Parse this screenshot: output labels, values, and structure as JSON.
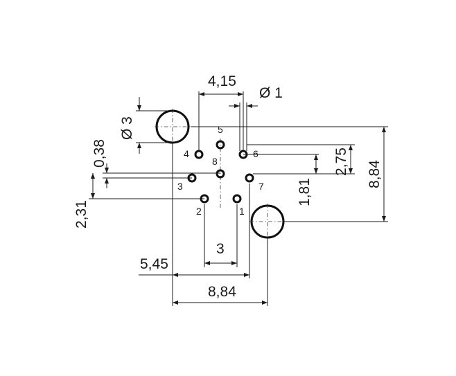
{
  "dimensions": {
    "top_spacing": "4,15",
    "pin_diameter": "Ø 1",
    "mount_hole_diameter": "Ø 3",
    "offset_small": "0,38",
    "offset_left": "2,31",
    "right_upper": "2,75",
    "right_lower": "1,81",
    "right_total": "8,84",
    "bottom_pins": "3",
    "bottom_left": "5,45",
    "bottom_total": "8,84"
  },
  "pins": [
    {
      "label": "1"
    },
    {
      "label": "2"
    },
    {
      "label": "3"
    },
    {
      "label": "4"
    },
    {
      "label": "5"
    },
    {
      "label": "6"
    },
    {
      "label": "7"
    },
    {
      "label": "8"
    }
  ]
}
